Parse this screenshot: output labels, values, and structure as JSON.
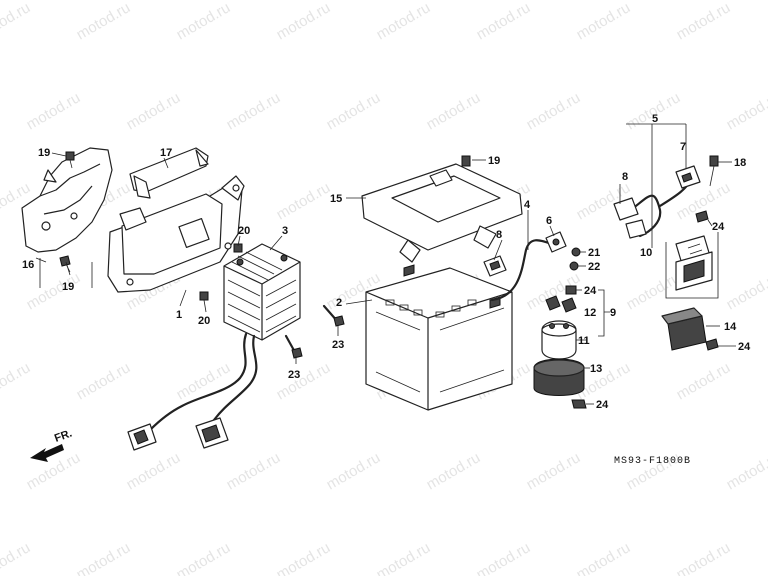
{
  "watermark": "motod.ru",
  "diagram_code": "MS93-F1800B",
  "front_indicator": "FR.",
  "callouts": [
    {
      "id": "c1",
      "label": "1"
    },
    {
      "id": "c2",
      "label": "2"
    },
    {
      "id": "c3",
      "label": "3"
    },
    {
      "id": "c4",
      "label": "4"
    },
    {
      "id": "c5",
      "label": "5"
    },
    {
      "id": "c6",
      "label": "6"
    },
    {
      "id": "c7",
      "label": "7"
    },
    {
      "id": "c8a",
      "label": "8"
    },
    {
      "id": "c8b",
      "label": "8"
    },
    {
      "id": "c9",
      "label": "9"
    },
    {
      "id": "c10",
      "label": "10"
    },
    {
      "id": "c11",
      "label": "11"
    },
    {
      "id": "c12",
      "label": "12"
    },
    {
      "id": "c13",
      "label": "13"
    },
    {
      "id": "c14",
      "label": "14"
    },
    {
      "id": "c15",
      "label": "15"
    },
    {
      "id": "c16",
      "label": "16"
    },
    {
      "id": "c17",
      "label": "17"
    },
    {
      "id": "c18",
      "label": "18"
    },
    {
      "id": "c19a",
      "label": "19"
    },
    {
      "id": "c19b",
      "label": "19"
    },
    {
      "id": "c19c",
      "label": "19"
    },
    {
      "id": "c20a",
      "label": "20"
    },
    {
      "id": "c20b",
      "label": "20"
    },
    {
      "id": "c21",
      "label": "21"
    },
    {
      "id": "c22",
      "label": "22"
    },
    {
      "id": "c23a",
      "label": "23"
    },
    {
      "id": "c23b",
      "label": "23"
    },
    {
      "id": "c24a",
      "label": "24"
    },
    {
      "id": "c24b",
      "label": "24"
    },
    {
      "id": "c24c",
      "label": "24"
    },
    {
      "id": "c24d",
      "label": "24"
    }
  ]
}
